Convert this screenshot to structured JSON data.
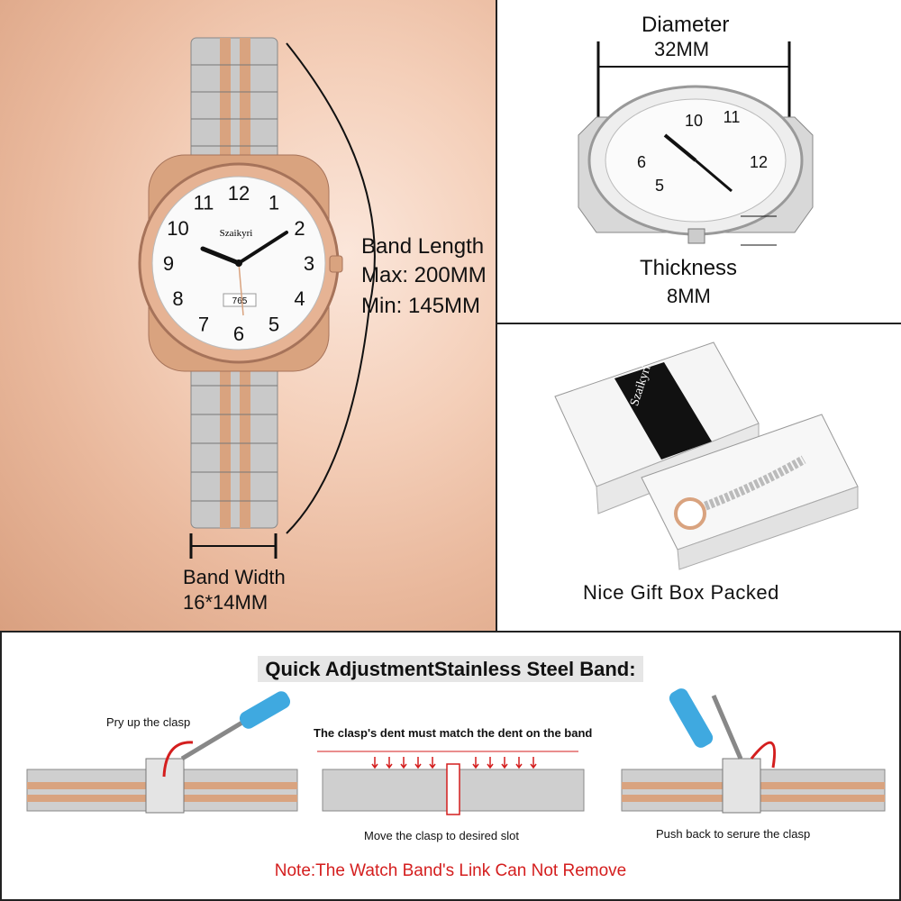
{
  "main": {
    "band_length_title": "Band Length",
    "band_length_max": "Max: 200MM",
    "band_length_min": "Min:  145MM",
    "band_width_title": "Band Width",
    "band_width_value": "16*14MM",
    "brand": "Szaikyri",
    "dial_numbers": [
      "12",
      "1",
      "2",
      "3",
      "4",
      "5",
      "6",
      "7",
      "8",
      "9",
      "10",
      "11"
    ],
    "date_window": "765"
  },
  "dimensions": {
    "diameter_title": "Diameter",
    "diameter_value": "32MM",
    "thickness_title": "Thickness",
    "thickness_value": "8MM"
  },
  "gift_box": {
    "brand": "Szaikyri",
    "caption": "Nice Gift Box Packed"
  },
  "adjustment": {
    "title": "Quick AdjustmentStainless Steel Band:",
    "pry_label": "Pry up the clasp",
    "dent_label": "The clasp's dent must match the dent on the band",
    "move_label": "Move the clasp to desired slot",
    "push_label": "Push back to serure the clasp",
    "note": "Note:The Watch Band's Link Can Not Remove"
  },
  "colors": {
    "rose_gold": "#d9a37f",
    "steel": "#c8c8c8",
    "note_red": "#d41e1e",
    "screwdriver_blue": "#3fa9e0"
  }
}
